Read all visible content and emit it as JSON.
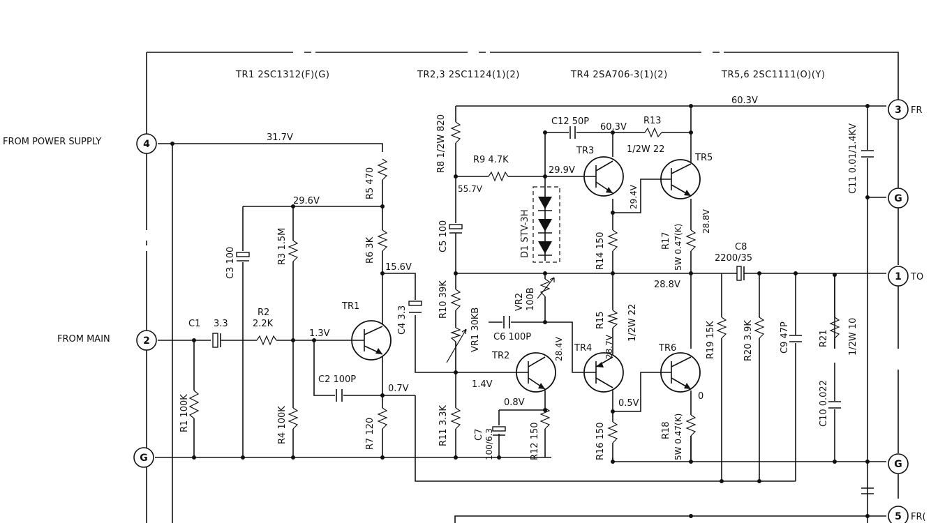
{
  "header": {
    "tr1": "TR1 2SC1312(F)(G)",
    "tr23": "TR2,3 2SC1124(1)(2)",
    "tr4": "TR4 2SA706-3(1)(2)",
    "tr56": "TR5,6 2SC1111(O)(Y)"
  },
  "inputs": {
    "power": "FROM POWER SUPPLY",
    "main": "FROM MAIN"
  },
  "terminals": {
    "t4": "4",
    "t2": "2",
    "g_left": "G",
    "t3": "3",
    "g_r1": "G",
    "t1": "1",
    "g_r2": "G",
    "t5": "5",
    "t3_txt": "FR",
    "t1_txt": "TO",
    "t5_txt": "FR("
  },
  "voltages": {
    "v31_7": "31.7V",
    "v29_6": "29.6V",
    "v15_6": "15.6V",
    "v1_3": "1.3V",
    "v0_7": "0.7V",
    "v60_3a": "60.3V",
    "v60_3b": "60.3V",
    "v55_7": "55.7V",
    "v29_9": "29.9V",
    "v29_4": "29.4V",
    "v28_8a": "28.8V",
    "v28_8b": "28.8V",
    "v28_4": "28.4V",
    "v28_7": "28.7V",
    "v1_4": "1.4V",
    "v0_8": "0.8V",
    "v0_5": "0.5V",
    "v0": "0"
  },
  "components": {
    "R1": "R1 100K",
    "R2a": "R2",
    "R2b": "2.2K",
    "R3": "R3 1.5M",
    "R4": "R4 100K",
    "R5": "R5 470",
    "R6": "R6 3K",
    "R7": "R7 120",
    "R8": "R8 1/2W 820",
    "R9": "R9 4.7K",
    "R10": "R10 39K",
    "R11": "R11 3.3K",
    "R12": "R12 150",
    "R13a": "R13",
    "R13b": "1/2W 22",
    "R14": "R14 150",
    "R15a": "R15",
    "R15b": "1/2W 22",
    "R16": "R16 150",
    "R17a": "R17",
    "R17b": "5W 0.47(K)",
    "R18a": "R18",
    "R18b": "5W 0.47(K)",
    "R19": "R19 15K",
    "R20": "R20 3.9K",
    "R21a": "R21",
    "R21b": "1/2W 10",
    "C1a": "C1",
    "C1b": "3.3",
    "C2": "C2 100P",
    "C3": "C3 100",
    "C4": "C4 3.3",
    "C5": "C5 100",
    "C6": "C6 100P",
    "C7a": "C7",
    "C7b": "100/6.3",
    "C8a": "C8",
    "C8b": "2200/35",
    "C9": "C9 47P",
    "C10": "C10 0.022",
    "C11": "C11 0.01/1.4KV",
    "C12": "C12 50P",
    "VR1": "VR1 30KB",
    "VR2a": "VR2",
    "VR2b": "100B",
    "D1": "D1 STV-3H",
    "TR1": "TR1",
    "TR2": "TR2",
    "TR3": "TR3",
    "TR4": "TR4",
    "TR5": "TR5",
    "TR6": "TR6"
  }
}
